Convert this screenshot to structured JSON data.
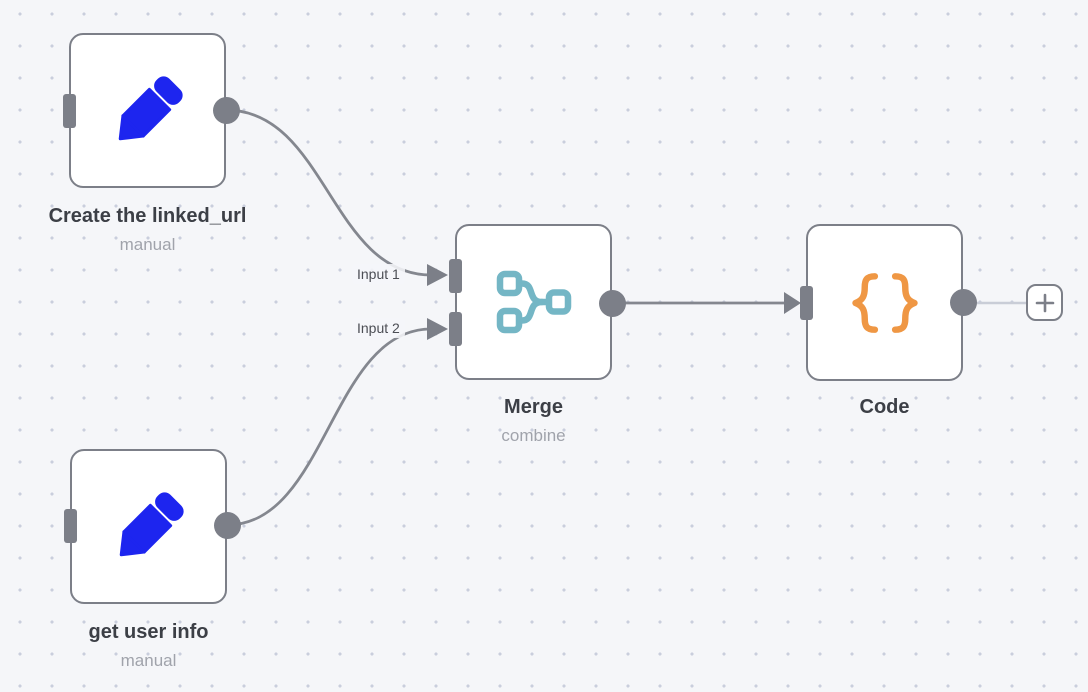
{
  "canvas": {
    "background_color": "#f5f6f9",
    "grid_dot_color": "#c9cedd"
  },
  "colors": {
    "node_border": "#7c7f88",
    "handle_gray": "#7c7f88",
    "wire_gray": "#84878f",
    "wire_faint": "#c9cdd7",
    "title_text": "#3c3f46",
    "subtitle_text": "#a0a3ab",
    "pencil_blue": "#1d25ef",
    "merge_teal": "#74b6c5",
    "code_orange": "#ef9744"
  },
  "nodes": [
    {
      "id": "create-the-linked_url",
      "title": "Create the linked_url",
      "subtitle": "manual",
      "icon": "pencil-icon"
    },
    {
      "id": "get-user-info",
      "title": "get user info",
      "subtitle": "manual",
      "icon": "pencil-icon"
    },
    {
      "id": "merge",
      "title": "Merge",
      "subtitle": "combine",
      "icon": "merge-icon",
      "input_labels": [
        "Input 1",
        "Input 2"
      ]
    },
    {
      "id": "code",
      "title": "Code",
      "icon": "code-braces-icon"
    }
  ],
  "connections": [
    {
      "from": "Create the linked_url",
      "to": "Merge",
      "to_input": "Input 1"
    },
    {
      "from": "get user info",
      "to": "Merge",
      "to_input": "Input 2"
    },
    {
      "from": "Merge",
      "to": "Code"
    },
    {
      "from": "Code",
      "to": "add-node-button"
    }
  ],
  "add_button": {
    "icon": "plus-icon"
  }
}
